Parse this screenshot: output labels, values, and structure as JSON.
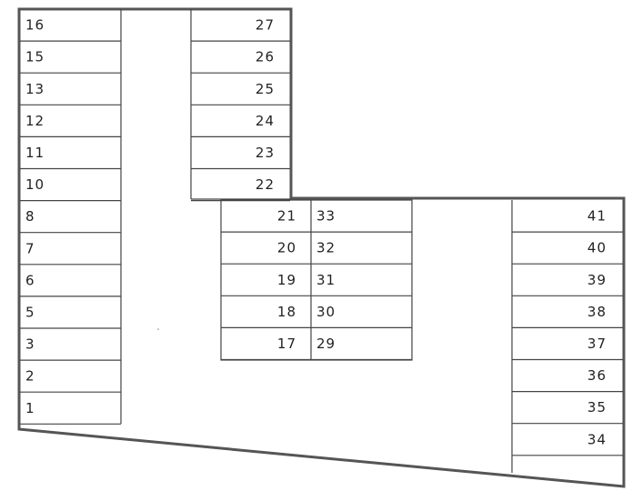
{
  "colors": {
    "outline": "#555555",
    "stall_line": "#444444",
    "text": "#222222",
    "background": "#ffffff"
  },
  "stalls": {
    "left_column": [
      "16",
      "15",
      "13",
      "12",
      "11",
      "10",
      "8",
      "7",
      "6",
      "5",
      "3",
      "2",
      "1"
    ],
    "upper_middle_column": [
      "27",
      "26",
      "25",
      "24",
      "23",
      "22"
    ],
    "center_left_column": [
      "21",
      "20",
      "19",
      "18",
      "17"
    ],
    "center_right_column": [
      "33",
      "32",
      "31",
      "30",
      "29"
    ],
    "right_column": [
      "41",
      "40",
      "39",
      "38",
      "37",
      "36",
      "35",
      "34"
    ]
  }
}
